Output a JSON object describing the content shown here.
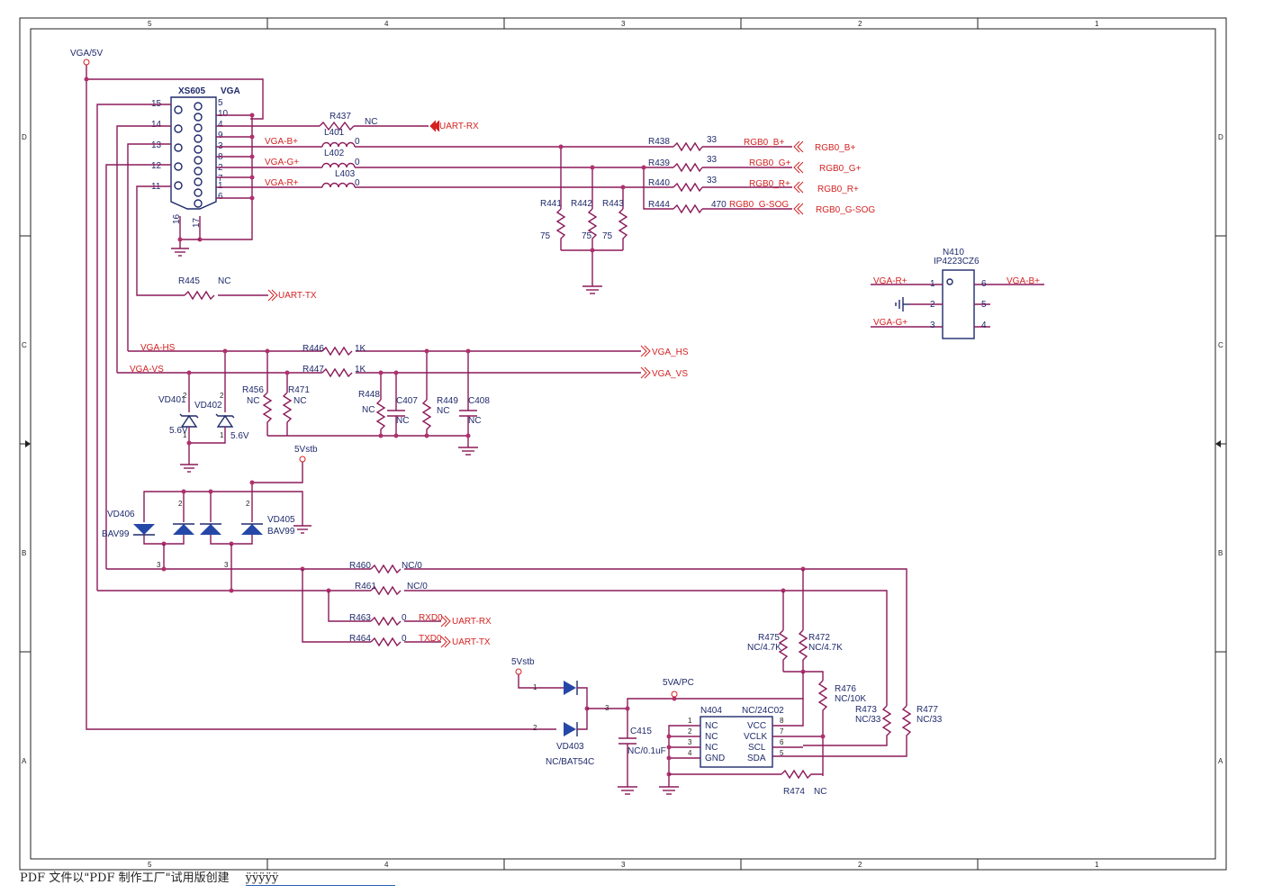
{
  "border": {
    "columns_top": [
      "5",
      "4",
      "3",
      "2",
      "1"
    ],
    "columns_bottom": [
      "5",
      "4",
      "3",
      "2",
      "1"
    ],
    "rows_left": [
      "D",
      "C",
      "B",
      "A"
    ],
    "rows_right": [
      "D",
      "C",
      "B",
      "A"
    ]
  },
  "power": {
    "vga5v": "VGA/5V",
    "vstb_a": "5Vstb",
    "vstb_b": "5Vstb",
    "vapc": "5VA/PC"
  },
  "connector": {
    "ref": "XS605",
    "name": "VGA",
    "pins_top": [
      "15",
      "14",
      "13",
      "12",
      "11"
    ],
    "pins_mid": [
      "5",
      "10",
      "4",
      "9",
      "3",
      "8",
      "2",
      "7",
      "1",
      "6"
    ],
    "pins_bottom": [
      "16",
      "17"
    ]
  },
  "rgb": {
    "vga_b": "VGA-B+",
    "vga_g": "VGA-G+",
    "vga_r": "VGA-R+",
    "L401": "L401",
    "L402": "L402",
    "L403": "L403",
    "zero_a": "0",
    "zero_b": "0",
    "zero_c": "0",
    "R437": "R437",
    "R437_val": "NC",
    "uart_rx_top": "UART-RX",
    "R438": "R438",
    "R438_val": "33",
    "R439": "R439",
    "R439_val": "33",
    "R440": "R440",
    "R440_val": "33",
    "R444": "R444",
    "R444_val": "470",
    "net_b": "RGB0_B+",
    "net_g": "RGB0_G+",
    "net_r": "RGB0_R+",
    "net_sog": "RGB0_G-SOG",
    "out_b": "RGB0_B+",
    "out_g": "RGB0_G+",
    "out_r": "RGB0_R+",
    "out_sog": "RGB0_G-SOG",
    "R441": "R441",
    "R442": "R442",
    "R443": "R443",
    "v75a": "75",
    "v75b": "75",
    "v75c": "75",
    "R445": "R445",
    "R445_val": "NC",
    "uart_tx_top": "UART-TX"
  },
  "esd": {
    "ref": "N410",
    "part": "IP4223CZ6",
    "p1": "1",
    "p2": "2",
    "p3": "3",
    "p4": "4",
    "p5": "5",
    "p6": "6",
    "r_in": "VGA-R+",
    "g_in": "VGA-G+",
    "b_out": "VGA-B+"
  },
  "sync": {
    "hs": "VGA-HS",
    "vs": "VGA-VS",
    "R446": "R446",
    "R446_val": "1K",
    "R447": "R447",
    "R447_val": "1K",
    "out_hs": "VGA_HS",
    "out_vs": "VGA_VS",
    "VD401": "VD401",
    "VD401_val": "5.6V",
    "VD402": "VD402",
    "VD402_val": "5.6V",
    "R456": "R456",
    "R456_val": "NC",
    "R471": "R471",
    "R471_val": "NC",
    "R448": "R448",
    "R448_val": "NC",
    "C407": "C407",
    "C407_val": "NC",
    "R449": "R449",
    "R449_val": "NC",
    "C408": "C408",
    "C408_val": "NC",
    "pin2a": "2",
    "pin2b": "2",
    "pin1a": "1",
    "pin1b": "1"
  },
  "clamp": {
    "VD406": "VD406",
    "VD406_val": "BAV99",
    "VD405": "VD405",
    "VD405_val": "BAV99",
    "pin2a": "2",
    "pin2b": "2",
    "pin3a": "3",
    "pin3b": "3"
  },
  "ddc": {
    "R460": "R460",
    "R460_val": "NC/0",
    "R461": "R461",
    "R461_val": "NC/0",
    "R463": "R463",
    "R463_val": "0",
    "R464": "R464",
    "R464_val": "0",
    "rxd": "RXD0",
    "txd": "TXD0",
    "uart_rx": "UART-RX",
    "uart_tx": "UART-TX",
    "R475": "R475",
    "R475_val": "NC/4.7K",
    "R472": "R472",
    "R472_val": "NC/4.7K",
    "R476": "R476",
    "R476_val": "NC/10K",
    "R473": "R473",
    "R473_val": "NC/33",
    "R477": "R477",
    "R477_val": "NC/33",
    "R474": "R474",
    "R474_val": "NC",
    "VD403": "VD403",
    "VD403_val": "NC/BAT54C",
    "d_p1": "1",
    "d_p2": "2",
    "d_p3": "3",
    "C415": "C415",
    "C415_val": "NC/0.1uF",
    "eeprom_ref": "N404",
    "eeprom_part": "NC/24C02",
    "left_pins": [
      "NC",
      "NC",
      "NC",
      "GND"
    ],
    "right_pins": [
      "VCC",
      "VCLK",
      "SCL",
      "SDA"
    ],
    "left_nums": [
      "1",
      "2",
      "3",
      "4"
    ],
    "right_nums": [
      "8",
      "7",
      "6",
      "5"
    ]
  },
  "footer": {
    "left": "PDF 文件以\"PDF 制作工厂\"试用版创建",
    "right": "ÿÿÿÿÿ"
  }
}
